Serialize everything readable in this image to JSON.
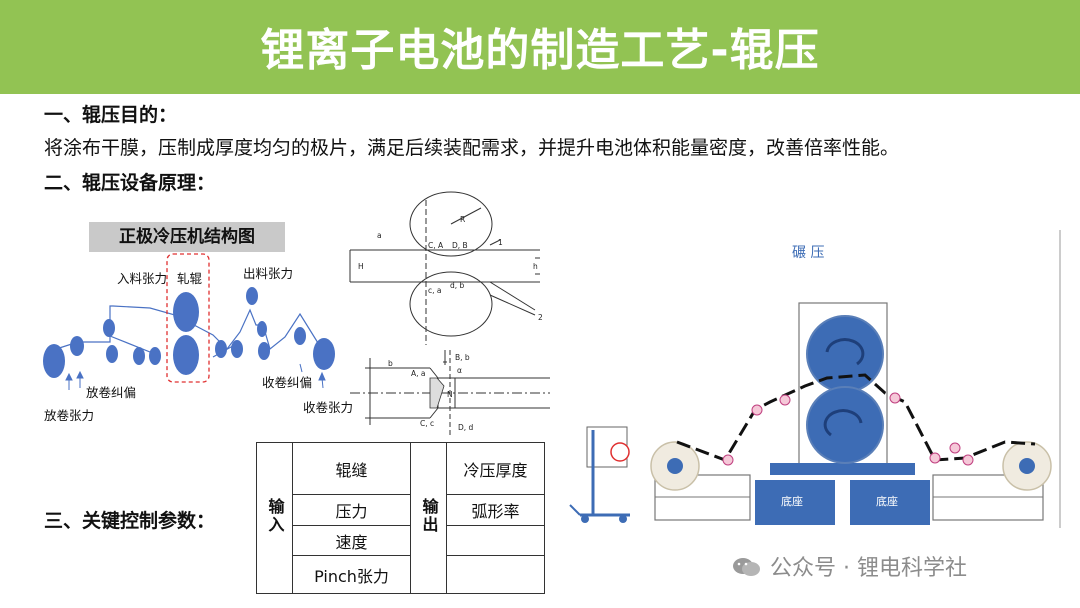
{
  "title": "锂离子电池的制造工艺-辊压",
  "section1": {
    "heading": "一、辊压目的：",
    "text": "将涂布干膜，压制成厚度均匀的极片，满足后续装配需求，并提升电池体积能量密度，改善倍率性能。"
  },
  "section2": {
    "heading": "二、辊压设备原理：",
    "diagram_title": "正极冷压机结构图",
    "labels": {
      "infeed_tension": "入料张力",
      "roller": "轧辊",
      "outfeed_tension": "出料张力",
      "unwind_correction": "放卷纠偏",
      "unwind_tension": "放卷张力",
      "rewind_correction": "收卷纠偏",
      "rewind_tension": "收卷张力"
    },
    "schematic_labels": {
      "a": "a",
      "R": "R",
      "CA": "C, A",
      "DB": "D, B",
      "H": "H",
      "h": "h",
      "ca": "c, a",
      "db": "d, b",
      "n1": "1",
      "n2": "2",
      "b": "b",
      "Bb": "B, b",
      "Aa": "A, a",
      "Cc": "C, c",
      "Dd": "D, d",
      "alpha": "α",
      "n": "N"
    },
    "right_diagram": {
      "title": "碾 压",
      "base_left": "底座",
      "base_right": "底座"
    }
  },
  "section3": {
    "heading": "三、关键控制参数：",
    "input_label": "输入",
    "output_label": "输出",
    "inputs": [
      "辊缝",
      "压力",
      "速度",
      "Pinch张力"
    ],
    "outputs": [
      "冷压厚度",
      "弧形率",
      "",
      ""
    ]
  },
  "watermark": "公众号 · 锂电科学社",
  "colors": {
    "banner": "#92c353",
    "roller_blue": "#4a72c4",
    "machine_blue": "#3d6cb5",
    "dashed_red": "#e03030"
  }
}
